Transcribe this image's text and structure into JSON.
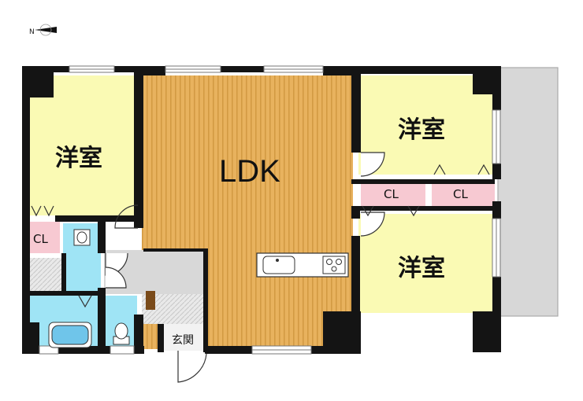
{
  "compass": {
    "north": "N"
  },
  "colors": {
    "bedroom": "#fafab4",
    "ldk": "#e8b25e",
    "ldk_stripe": "#d39a43",
    "closet": "#f7c9d2",
    "wet_area": "#9fe4f5",
    "hall": "#d8d8d8",
    "balcony": "#d7d7d7",
    "wall": "#141414"
  },
  "rooms": {
    "west_bedroom": "洋室",
    "ldk": "LDK",
    "ne_bedroom": "洋室",
    "se_bedroom": "洋室",
    "entrance": "玄関"
  },
  "closets": {
    "west": "CL",
    "middle": "CL",
    "east": "CL"
  },
  "icons": [
    "compass-icon",
    "kitchen-sink-icon",
    "stove-icon",
    "bathtub-icon",
    "toilet-icon",
    "washbasin-icon"
  ]
}
